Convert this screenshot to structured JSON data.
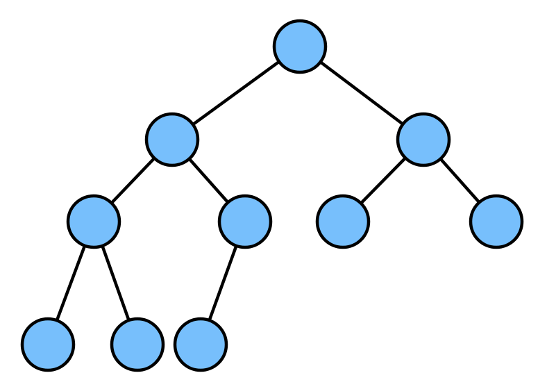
{
  "colors": {
    "node_fill": "#77bffc",
    "node_stroke": "#000000",
    "edge_stroke": "#000000",
    "background": "#ffffff"
  },
  "tree": {
    "nodes": [
      "root",
      "l",
      "r",
      "ll",
      "lr",
      "rl",
      "rr",
      "lll",
      "llr",
      "lrl"
    ],
    "edges": [
      [
        "root",
        "l"
      ],
      [
        "root",
        "r"
      ],
      [
        "l",
        "ll"
      ],
      [
        "l",
        "lr"
      ],
      [
        "r",
        "rl"
      ],
      [
        "r",
        "rr"
      ],
      [
        "ll",
        "lll"
      ],
      [
        "ll",
        "llr"
      ],
      [
        "lr",
        "lrl"
      ]
    ]
  }
}
